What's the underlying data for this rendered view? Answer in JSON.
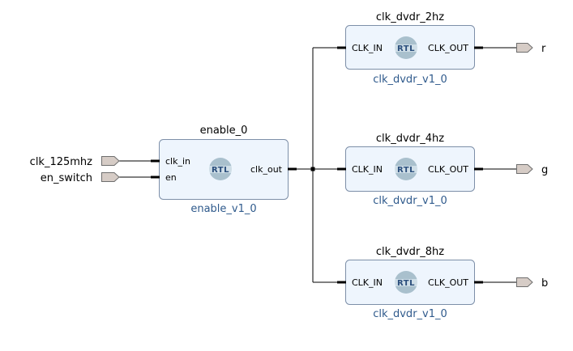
{
  "inputs": [
    {
      "name": "clk_125mhz"
    },
    {
      "name": "en_switch"
    }
  ],
  "outputs": [
    {
      "name": "r"
    },
    {
      "name": "g"
    },
    {
      "name": "b"
    }
  ],
  "enable_block": {
    "instance": "enable_0",
    "ip": "enable_v1_0",
    "badge": "RTL",
    "pins": {
      "in1": "clk_in",
      "in2": "en",
      "out": "clk_out"
    }
  },
  "dividers": [
    {
      "instance": "clk_dvdr_2hz",
      "ip": "clk_dvdr_v1_0",
      "badge": "RTL",
      "pin_in": "CLK_IN",
      "pin_out": "CLK_OUT"
    },
    {
      "instance": "clk_dvdr_4hz",
      "ip": "clk_dvdr_v1_0",
      "badge": "RTL",
      "pin_in": "CLK_IN",
      "pin_out": "CLK_OUT"
    },
    {
      "instance": "clk_dvdr_8hz",
      "ip": "clk_dvdr_v1_0",
      "badge": "RTL",
      "pin_in": "CLK_IN",
      "pin_out": "CLK_OUT"
    }
  ],
  "colors": {
    "block_fill": "#eef5fd",
    "block_stroke": "#7d8fa8",
    "port_fill": "#d6ccc6",
    "badge_fill": "#a9c0cd",
    "ip_text": "#2f5a8c",
    "wire": "#000000"
  }
}
